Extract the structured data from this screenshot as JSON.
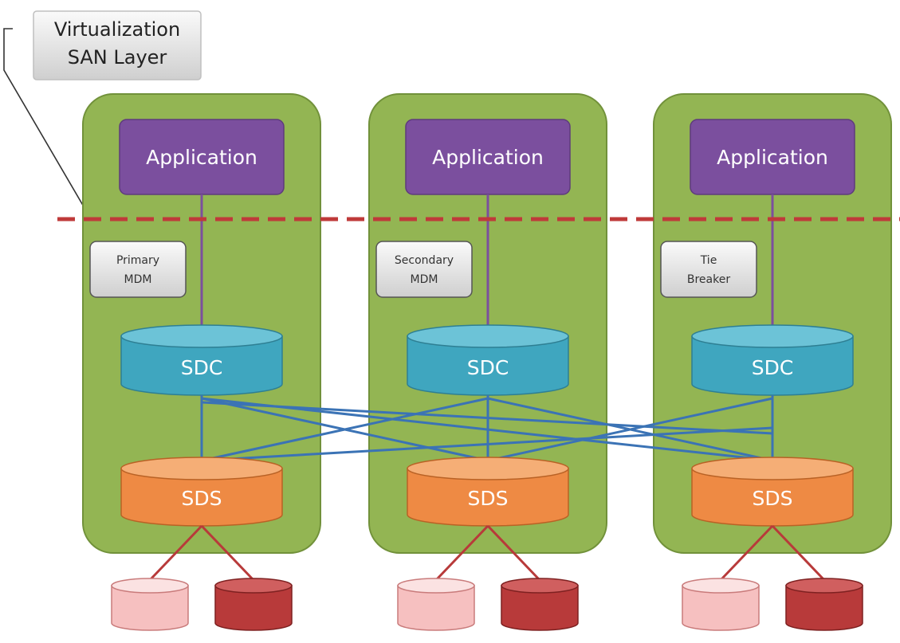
{
  "callout": {
    "line1": "Virtualization",
    "line2": "SAN Layer"
  },
  "nodes": [
    {
      "app_label": "Application",
      "mdm_line1": "Primary",
      "mdm_line2": "MDM",
      "sdc_label": "SDC",
      "sds_label": "SDS"
    },
    {
      "app_label": "Application",
      "mdm_line1": "Secondary",
      "mdm_line2": "MDM",
      "sdc_label": "SDC",
      "sds_label": "SDS"
    },
    {
      "app_label": "Application",
      "mdm_line1": "Tie",
      "mdm_line2": "Breaker",
      "sdc_label": "SDC",
      "sds_label": "SDS"
    }
  ],
  "colors": {
    "node_bg": "#93B553",
    "node_border": "#71913A",
    "app": "#7B4F9E",
    "sdc": "#3FA6BF",
    "sds": "#EE8A44",
    "mesh_line": "#3B73B5",
    "boundary_line": "#BF3A3A",
    "disk_light": "#F6C0C0",
    "disk_dark": "#B83A3A"
  }
}
